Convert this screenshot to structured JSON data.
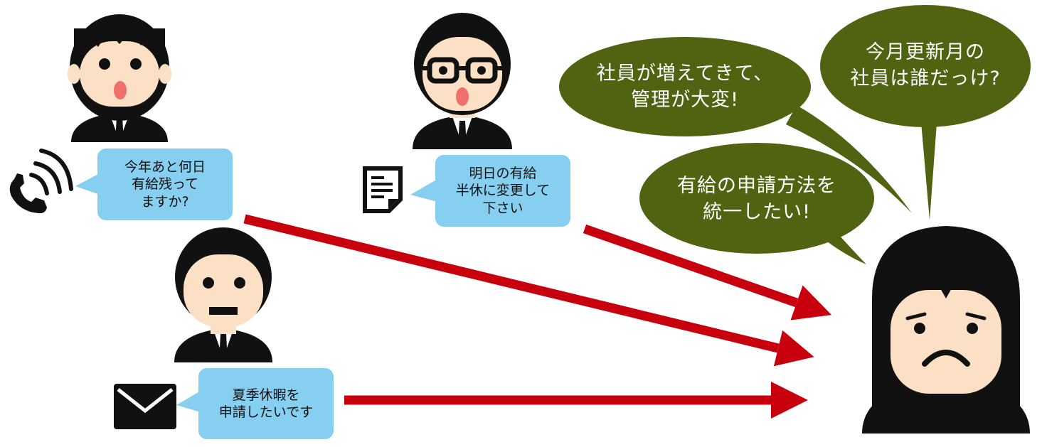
{
  "colors": {
    "bubble_blue": "#86cff0",
    "bubble_green": "#4f6311",
    "arrow_red": "#c8000e",
    "skin": "#fbe0c5",
    "hair_suit": "#111111"
  },
  "icons": [
    "phone-icon",
    "document-icon",
    "mail-icon"
  ],
  "requests": {
    "phone": "今年あと何日\n有給残って\nますか?",
    "document": "明日の有給\n半休に変更して\n下さい",
    "mail": "夏季休暇を\n申請したいです"
  },
  "thoughts": {
    "growth": "社員が増えてきて、\n管理が大変!",
    "renewal": "今月更新月の\n社員は誰だっけ?",
    "unify": "有給の申請方法を\n統一したい!"
  }
}
